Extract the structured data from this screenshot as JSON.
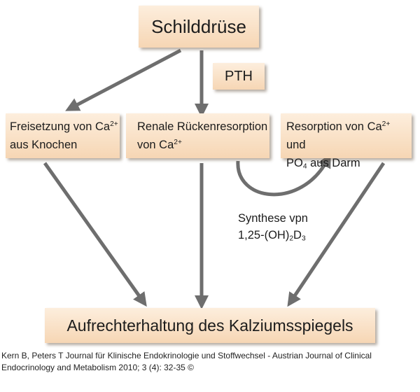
{
  "boxes": {
    "top": "Schilddrüse",
    "pth": "PTH",
    "left": {
      "line1_pre": "Freisetzung von Ca",
      "line1_sup": "2+",
      "line2": "aus Knochen"
    },
    "middle": {
      "line1": "Renale Rückenresorption",
      "line2_pre": "von Ca",
      "line2_sup": "2+"
    },
    "right": {
      "line1_pre": "Resorption von Ca",
      "line1_sup": "2+",
      "line1_post": " und",
      "line2_pre": "PO",
      "line2_sub": "4",
      "line2_post": " aus Darm"
    },
    "bottom": "Aufrechterhaltung des Kalziumsspiegels"
  },
  "annotation": {
    "line1": "Synthese vpn",
    "line2_pre": "1,25-(OH)",
    "line2_sub1": "2",
    "line2_mid": "D",
    "line2_sub2": "3"
  },
  "credit": {
    "line1": "Kern B, Peters T Journal für Klinische Endokrinologie und Stoffwechsel - Austrian Journal of Clinical",
    "line2": "Endocrinology and Metabolism 2010; 3 (4): 32-35 ©"
  },
  "colors": {
    "box_fill_top": "#fdeedd",
    "box_fill_bottom": "#f6d6b4",
    "arrow": "#6e6e6e"
  }
}
